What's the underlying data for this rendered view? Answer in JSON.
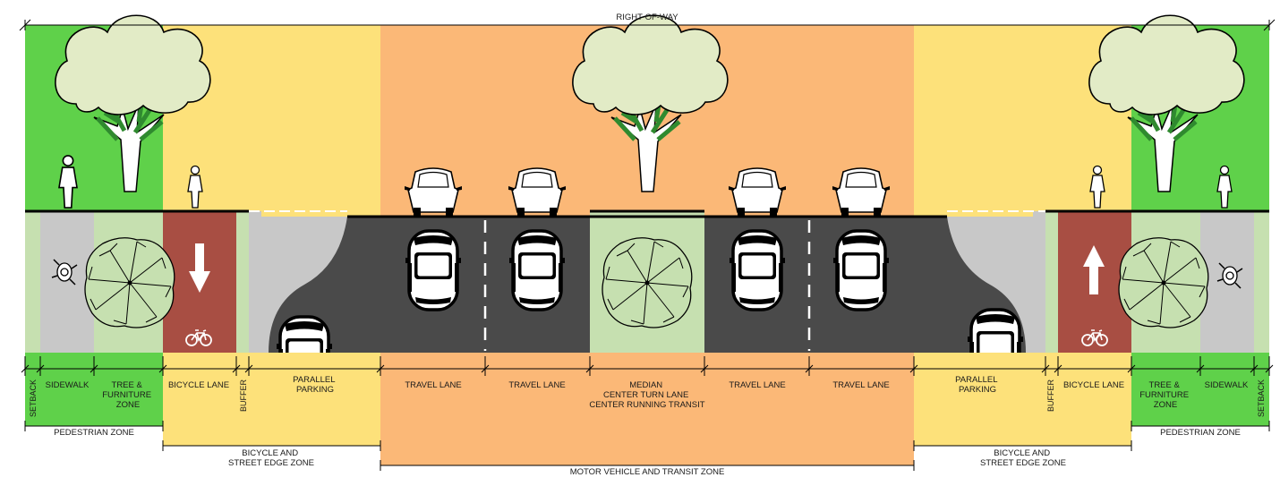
{
  "right_of_way": "RIGHT-OF-WAY",
  "segments": {
    "setback_left": "SETBACK",
    "sidewalk_left": "SIDEWALK",
    "tree_left": [
      "TREE &",
      "FURNITURE",
      "ZONE"
    ],
    "bike_left": "BICYCLE LANE",
    "buffer_left": "BUFFER",
    "parking_left": [
      "PARALLEL",
      "PARKING"
    ],
    "travel_1": "TRAVEL LANE",
    "travel_2": "TRAVEL LANE",
    "median": [
      "MEDIAN",
      "CENTER TURN LANE",
      "CENTER RUNNING TRANSIT"
    ],
    "travel_3": "TRAVEL LANE",
    "travel_4": "TRAVEL LANE",
    "parking_right": [
      "PARALLEL",
      "PARKING"
    ],
    "buffer_right": "BUFFER",
    "bike_right": "BICYCLE LANE",
    "tree_right": [
      "TREE &",
      "FURNITURE",
      "ZONE"
    ],
    "sidewalk_right": "SIDEWALK",
    "setback_right": "SETBACK"
  },
  "zones": {
    "pedestrian_left": "PEDESTRIAN ZONE",
    "bicycle_left": [
      "BICYCLE AND",
      "STREET EDGE ZONE"
    ],
    "motor": "MOTOR VEHICLE AND TRANSIT ZONE",
    "bicycle_right": [
      "BICYCLE AND",
      "STREET EDGE ZONE"
    ],
    "pedestrian_right": "PEDESTRIAN ZONE"
  },
  "colors": {
    "pedestrian": "#5fd14a",
    "bicycle": "#fde17a",
    "motor": "#fbb877",
    "asphalt": "#4a4a4a",
    "bike_lane": "#a84e43",
    "planting": "#c6e0b0",
    "sidewalk": "#c8c8c8"
  }
}
